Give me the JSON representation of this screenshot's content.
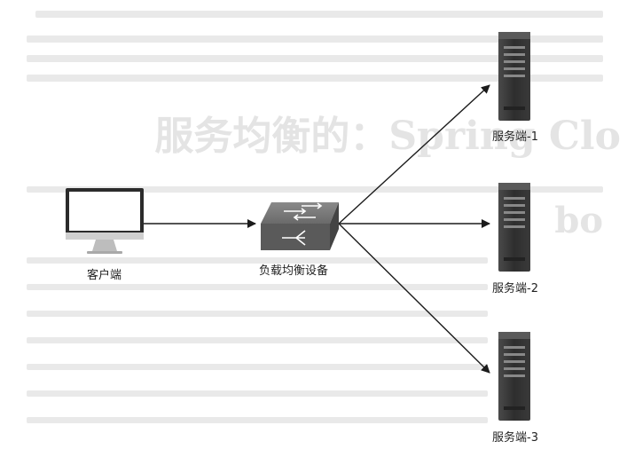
{
  "nodes": {
    "client": {
      "label": "客户端",
      "icon": "computer-monitor-icon"
    },
    "load_balancer": {
      "label": "负载均衡设备",
      "icon": "network-switch-icon"
    },
    "servers": [
      {
        "label": "服务端-1",
        "icon": "server-rack-icon"
      },
      {
        "label": "服务端-2",
        "icon": "server-rack-icon"
      },
      {
        "label": "服务端-3",
        "icon": "server-rack-icon"
      }
    ]
  },
  "background_text": {
    "heading_fragment": "服务均衡的：Spring Clo",
    "heading_fragment_2": "bo"
  },
  "colors": {
    "arrow": "#1b1b1b",
    "server_body": "#3d3d3d",
    "switch_body": "#595959",
    "ghost_text": "#e6e6e6"
  }
}
